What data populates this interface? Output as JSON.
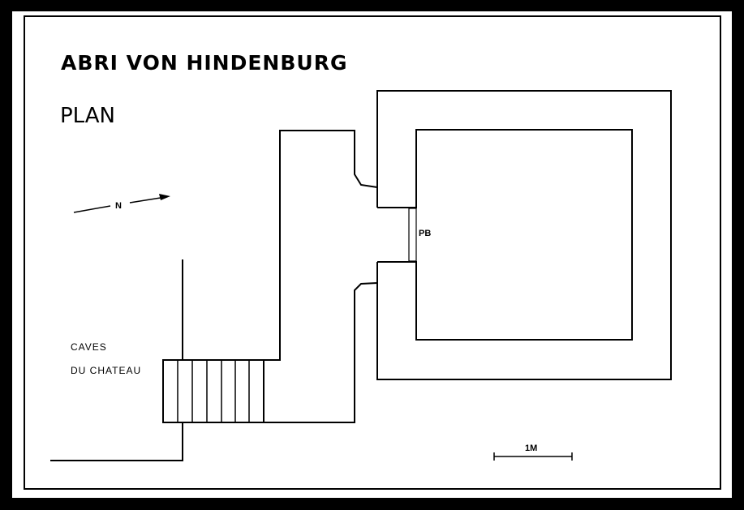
{
  "diagram": {
    "title": "ABRI VON HINDENBURG",
    "subtitle": "PLAN",
    "north_label": "N",
    "cellar_label_line1": "CAVES",
    "cellar_label_line2": "DU CHATEAU",
    "door_label": "PB",
    "scale_label": "1M"
  },
  "colors": {
    "background": "#000000",
    "paper": "#ffffff",
    "ink": "#000000"
  }
}
